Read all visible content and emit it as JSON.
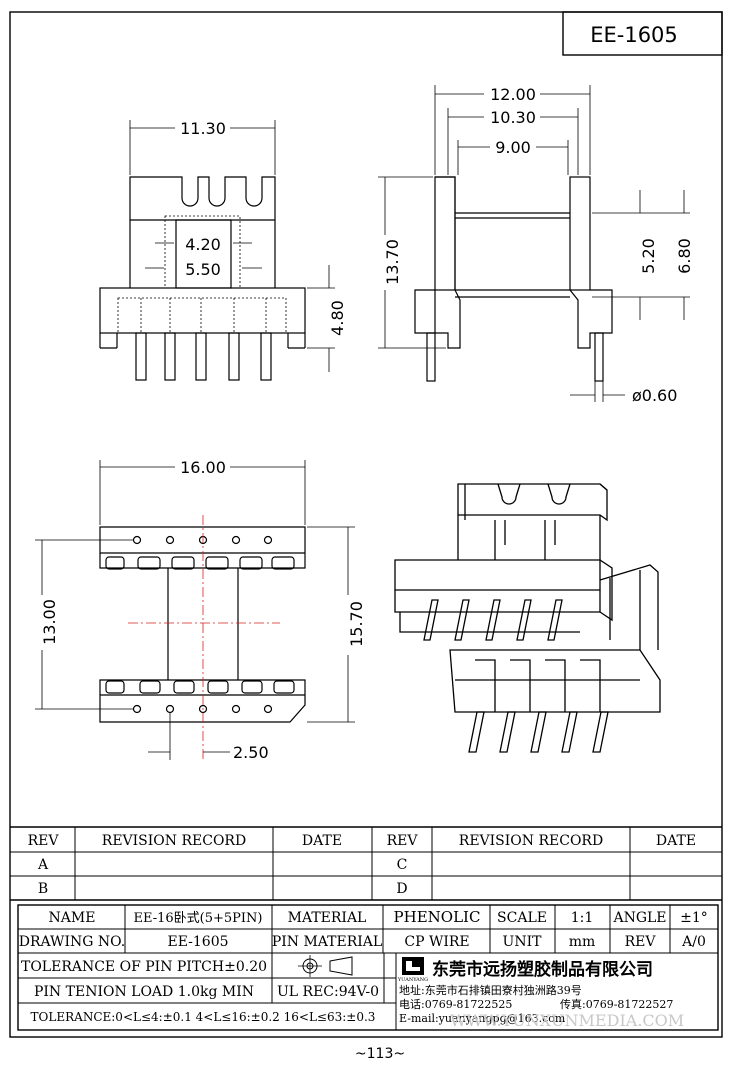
{
  "title_box": "EE-1605",
  "drawing": {
    "top_view": {
      "width": "11.30",
      "inner_a": "4.20",
      "inner_b": "5.50",
      "height": "4.80"
    },
    "side_view": {
      "overall": "12.00",
      "mid": "10.30",
      "inner": "9.00",
      "height": "13.70",
      "win_a": "5.20",
      "win_b": "6.80",
      "pin_dia": "ø0.60"
    },
    "bottom_view": {
      "width": "16.00",
      "row_span": "13.00",
      "overall": "15.70",
      "pitch": "2.50"
    }
  },
  "revision": {
    "rev": "REV",
    "record": "REVISION RECORD",
    "date": "DATE",
    "rows_left": [
      "A",
      "B"
    ],
    "rows_right": [
      "C",
      "D"
    ]
  },
  "title_block": {
    "name_label": "NAME",
    "name_value": "EE-16卧式(5+5PIN)",
    "material_label": "MATERIAL",
    "material_value": "PHENOLIC",
    "scale_label": "SCALE",
    "scale_value": "1:1",
    "angle_label": "ANGLE",
    "angle_value": "±1°",
    "drawing_no_label": "DRAWING NO.",
    "drawing_no_value": "EE-1605",
    "pin_material_label": "PIN MATERIAL",
    "pin_material_value": "CP WIRE",
    "unit_label": "UNIT",
    "unit_value": "mm",
    "rev_label": "REV",
    "rev_value": "A/0",
    "tolerance_pitch": "TOLERANCE OF PIN PITCH±0.20",
    "pin_tension": "PIN TENION LOAD 1.0kg MIN",
    "ul_rec": "UL REC:94V-0",
    "tolerance": "TOLERANCE:0<L≤4:±0.1  4<L≤16:±0.2  16<L≤63:±0.3",
    "company_name": "东莞市远扬塑胶制品有限公司",
    "logo_text": "YUANYANG",
    "address": "地址:东莞市石排镇田寮村独洲路39号",
    "phone": "电话:0769-81722525",
    "fax": "传真:0769-81722527",
    "email": "E-mail:yuanyangpg@163.com",
    "watermark": "WWW.YUNXUNMEDIA.COM"
  },
  "page_number": "~113~"
}
